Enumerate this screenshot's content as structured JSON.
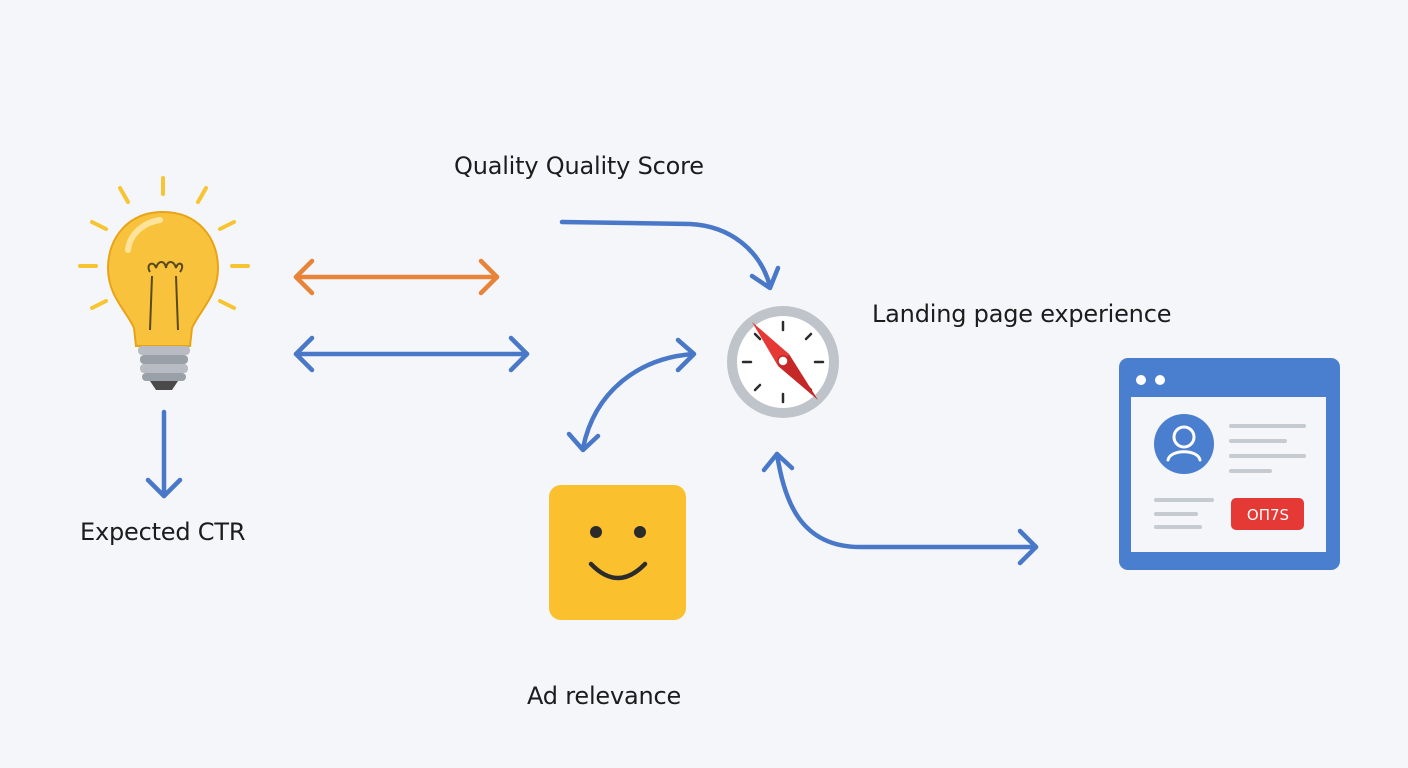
{
  "labels": {
    "quality_score": "Quality Quality Score",
    "landing_page": "Landing page experience",
    "expected_ctr": "Expected CTR",
    "ad_relevance": "Ad relevance"
  },
  "browser_mockup": {
    "button_text": "OΠ7S"
  },
  "icons": {
    "lightbulb": "lightbulb-icon",
    "compass": "compass-icon",
    "smiley": "smiley-face-icon",
    "browser": "browser-window-icon",
    "avatar": "user-avatar-icon"
  },
  "colors": {
    "background": "#f4f6f9",
    "blue": "#4a78c8",
    "orange": "#e8833a",
    "yellow": "#fbc02d",
    "red": "#e53935"
  }
}
